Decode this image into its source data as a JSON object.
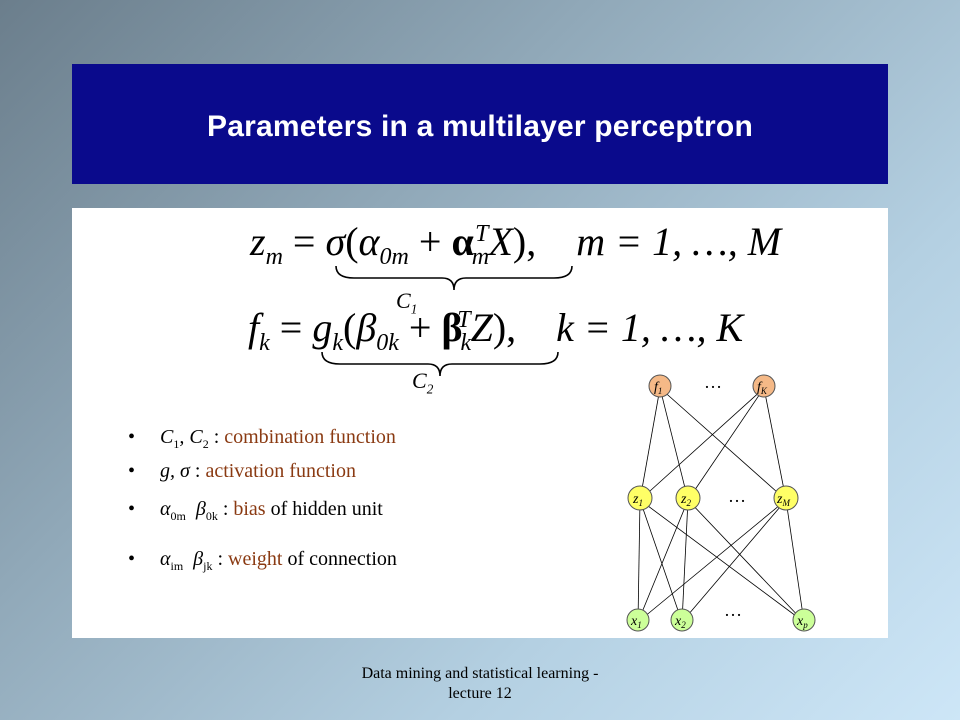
{
  "slide": {
    "title": "Parameters in a multilayer perceptron",
    "footer_line1": "Data mining and statistical learning -",
    "footer_line2": "lecture 12"
  },
  "formulas": {
    "eq1": {
      "lhs": "z",
      "lhs_sub": "m",
      "rhs_func": "σ",
      "alpha": "α",
      "alpha_sub": "0m",
      "alpha_bold": "α",
      "alpha_bold_sub": "m",
      "alpha_bold_sup": "T",
      "var": "X",
      "range": "m = 1, …, M",
      "underbrace": "C",
      "underbrace_sub": "1"
    },
    "eq2": {
      "lhs": "f",
      "lhs_sub": "k",
      "rhs_func": "g",
      "rhs_func_sub": "k",
      "beta": "β",
      "beta_sub": "0k",
      "beta_bold": "β",
      "beta_bold_sub": "k",
      "beta_bold_sup": "T",
      "var": "Z",
      "range": "k = 1, …, K",
      "underbrace": "C",
      "underbrace_sub": "2"
    }
  },
  "bullets": [
    {
      "lead": "C",
      "lead_sub1": "1",
      "lead_mid": ", C",
      "lead_sub2": "2",
      "sep": " : ",
      "accent": "combination function",
      "rest": ""
    },
    {
      "lead": "g, σ",
      "sep": " : ",
      "accent": "activation function",
      "rest": ""
    },
    {
      "lead_a": "α",
      "lead_a_sub": "0m",
      "lead_b": "β",
      "lead_b_sub": "0k",
      "sep": " : ",
      "accent": "bias",
      "rest": " of hidden unit"
    },
    {
      "lead_a": "α",
      "lead_a_sub": "im",
      "lead_b": "β",
      "lead_b_sub": "jk",
      "sep": " : ",
      "accent": "weight",
      "rest": " of connection"
    }
  ],
  "network": {
    "output_nodes": [
      {
        "label": "f",
        "sub": "1"
      },
      {
        "label": "f",
        "sub": "K"
      }
    ],
    "hidden_nodes": [
      {
        "label": "z",
        "sub": "1"
      },
      {
        "label": "z",
        "sub": "2"
      },
      {
        "label": "z",
        "sub": "M"
      }
    ],
    "input_nodes": [
      {
        "label": "x",
        "sub": "1"
      },
      {
        "label": "x",
        "sub": "2"
      },
      {
        "label": "x",
        "sub": "p"
      }
    ],
    "ellipsis": "…",
    "colors": {
      "output": "#f5b987",
      "hidden": "#ffff66",
      "input": "#ccff99",
      "edge": "#000000"
    }
  }
}
